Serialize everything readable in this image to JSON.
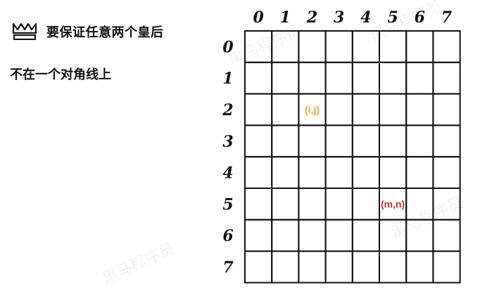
{
  "header": {
    "title": "要保证任意两个皇后",
    "icon": "crown-icon"
  },
  "subtitle": "不在一个对角线上",
  "board": {
    "col_labels": [
      "0",
      "1",
      "2",
      "3",
      "4",
      "5",
      "6",
      "7"
    ],
    "row_labels": [
      "0",
      "1",
      "2",
      "3",
      "4",
      "5",
      "6",
      "7"
    ],
    "marks": [
      {
        "text": "(i,j)",
        "row": 2,
        "col": 2,
        "color": "#e8a23a"
      },
      {
        "text": "(m,n)",
        "row": 5,
        "col": 5,
        "color": "#d0342c"
      }
    ]
  },
  "watermark": {
    "text": "黑马程序员"
  }
}
